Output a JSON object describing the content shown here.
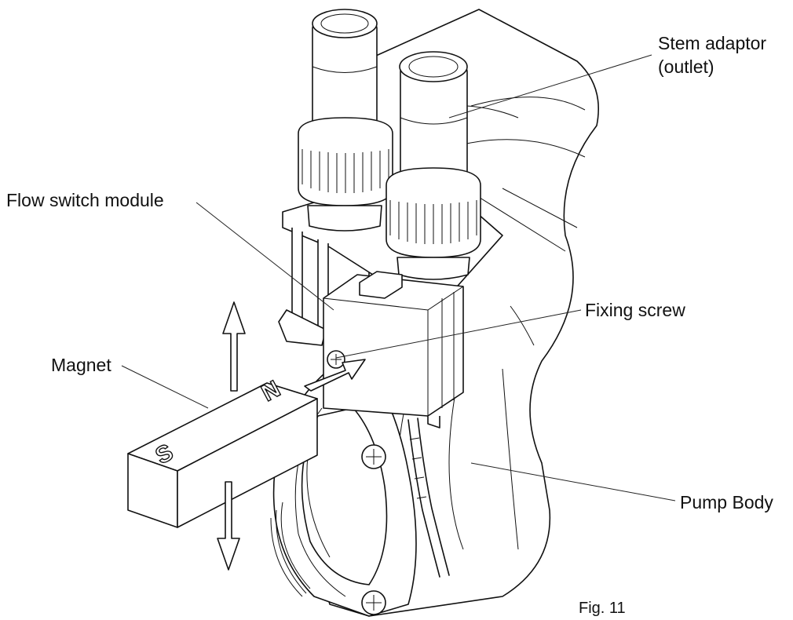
{
  "figure": {
    "caption": "Fig. 11",
    "labels": {
      "stem_adaptor_line1": "Stem adaptor",
      "stem_adaptor_line2": "(outlet)",
      "flow_switch_module": "Flow switch module",
      "fixing_screw": "Fixing screw",
      "magnet": "Magnet",
      "pump_body": "Pump Body"
    },
    "magnet_poles": {
      "north": "N",
      "south": "S"
    }
  }
}
